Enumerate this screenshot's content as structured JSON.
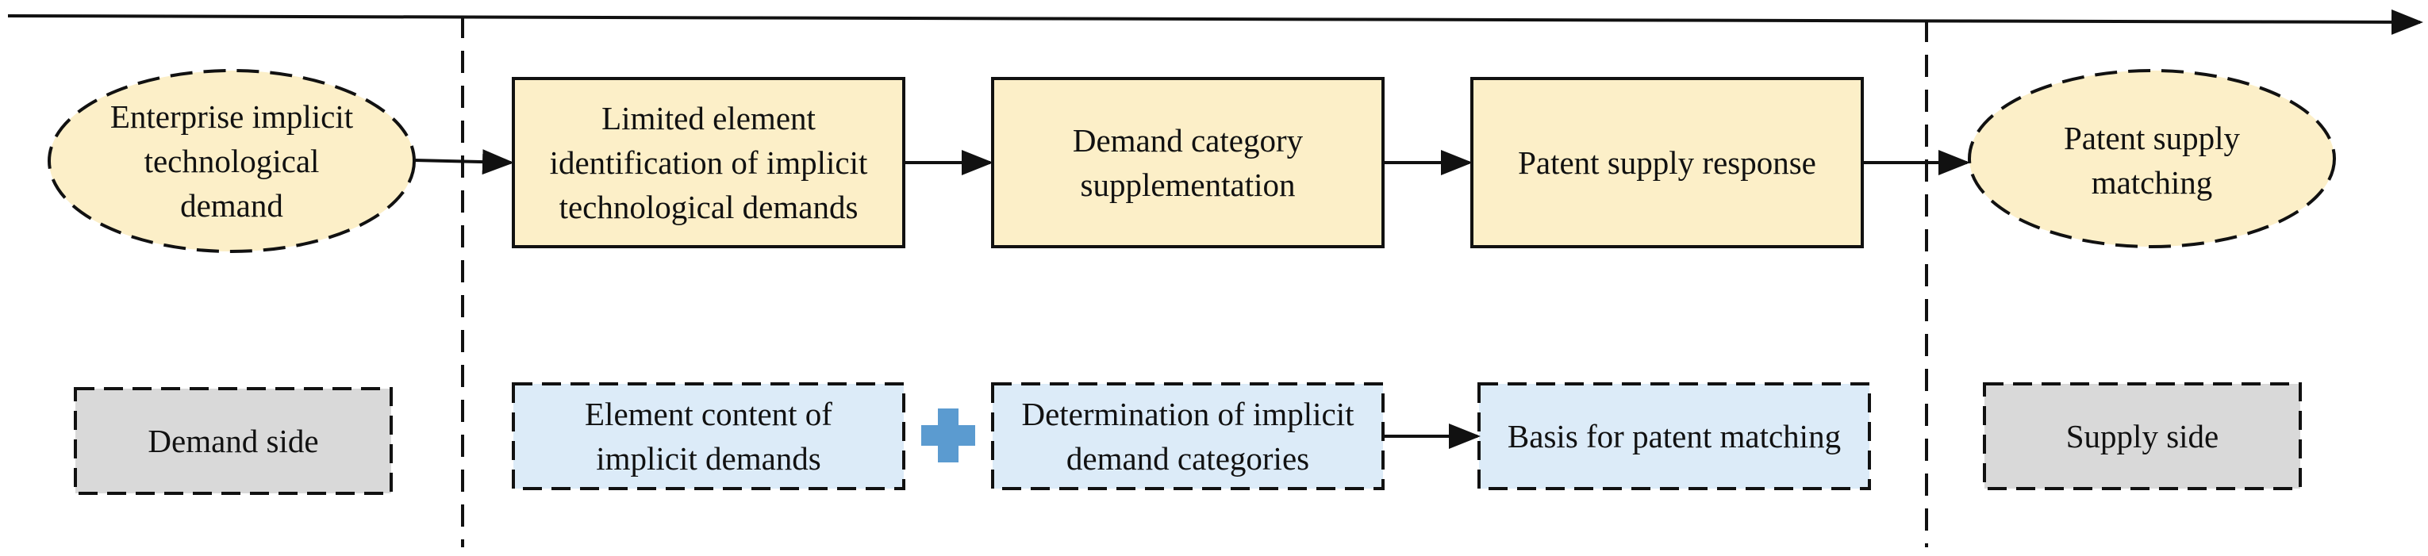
{
  "colors": {
    "yellow_fill": "#fcefc8",
    "blue_fill": "#dcebf8",
    "gray_fill": "#d9d9d9",
    "plus": "#5b9bd0",
    "stroke": "#111111"
  },
  "nodes": {
    "enterprise_demand": "Enterprise implicit\ntechnological\ndemand",
    "limited_element": "Limited element\nidentification of implicit\ntechnological demands",
    "demand_category": "Demand category\nsupplementation",
    "patent_response": "Patent supply response",
    "patent_matching": "Patent supply\nmatching"
  },
  "sides": {
    "demand": "Demand side",
    "supply": "Supply side"
  },
  "outcomes": {
    "element_content": "Element content of\nimplicit demands",
    "determination": "Determination of implicit\ndemand categories",
    "basis": "Basis for patent matching"
  },
  "icons": {
    "plus": "plus-icon"
  }
}
